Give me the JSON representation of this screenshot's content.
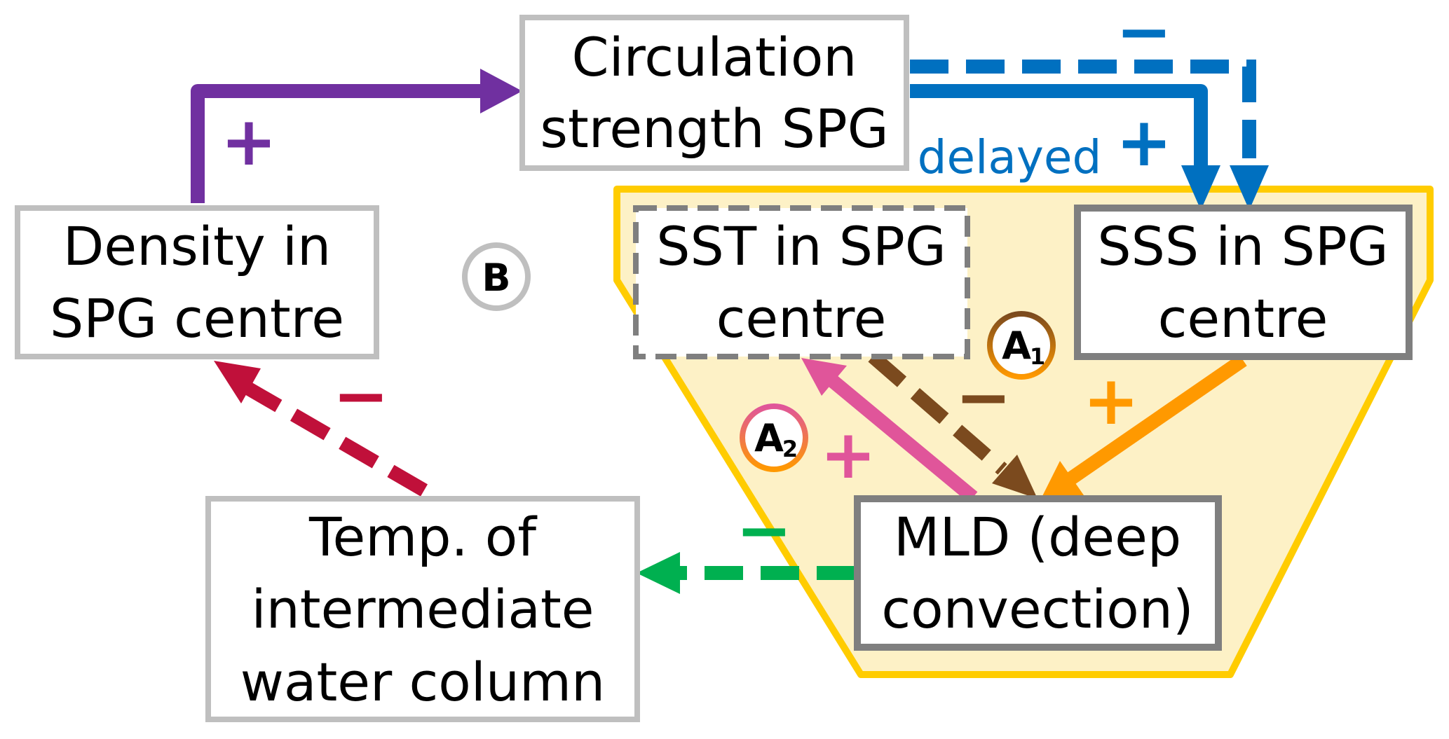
{
  "nodes": {
    "circulation": {
      "line1": "Circulation",
      "line2": "strength SPG"
    },
    "density": {
      "line1": "Density in",
      "line2": "SPG centre"
    },
    "sst": {
      "line1": "SST in SPG",
      "line2": "centre"
    },
    "sss": {
      "line1": "SSS in SPG",
      "line2": "centre"
    },
    "mld": {
      "line1": "MLD (deep",
      "line2": "convection)"
    },
    "temp": {
      "line1": "Temp. of",
      "line2": "intermediate",
      "line3": "water column"
    }
  },
  "signs": {
    "density_to_circulation": "+",
    "circulation_to_sss_delayed": "+",
    "circulation_to_sss_dashed": "−",
    "sss_to_mld": "+",
    "sst_to_mld": "−",
    "mld_to_sst": "+",
    "mld_to_temp": "−",
    "temp_to_density": "−"
  },
  "annotations": {
    "delayed": "delayed",
    "loop_b": "B",
    "loop_a1": "A",
    "loop_a1_sub": "1",
    "loop_a2": "A",
    "loop_a2_sub": "2"
  },
  "colors": {
    "purple": "#7030a0",
    "blue": "#0070c0",
    "orange": "#ff9900",
    "brown": "#7b4a1e",
    "pink": "#e0559a",
    "green": "#00b050",
    "red": "#c0103a",
    "region_fill": "#fdf1c6",
    "region_stroke": "#ffcc00",
    "box_light": "#bfbfbf",
    "box_dark": "#7f7f7f"
  }
}
